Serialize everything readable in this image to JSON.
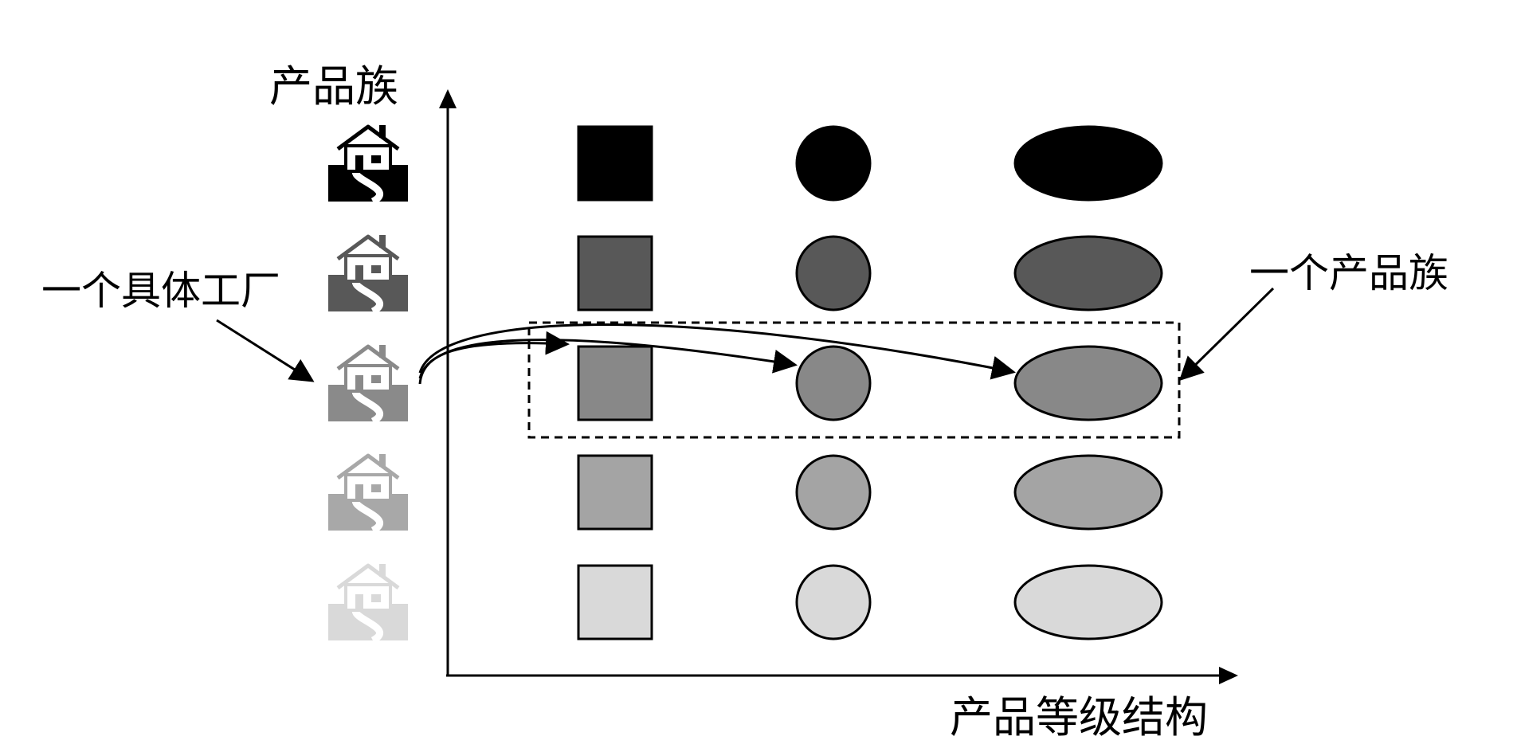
{
  "labels": {
    "y_axis": "产品族",
    "x_axis": "产品等级结构",
    "factory_annotation": "一个具体工厂",
    "family_annotation": "一个产品族"
  },
  "icons": {
    "factory": "factory-house-icon"
  },
  "rows": [
    {
      "fill": "#000000",
      "icon_fill": "#000000"
    },
    {
      "fill": "#585858",
      "icon_fill": "#585858"
    },
    {
      "fill": "#888888",
      "icon_fill": "#8a8a8a"
    },
    {
      "fill": "#a4a4a4",
      "icon_fill": "#a8a8a8"
    },
    {
      "fill": "#d9d9d9",
      "icon_fill": "#d9d9d9"
    }
  ],
  "columns": [
    "square",
    "circle",
    "ellipse"
  ],
  "highlight": {
    "row": 2
  }
}
